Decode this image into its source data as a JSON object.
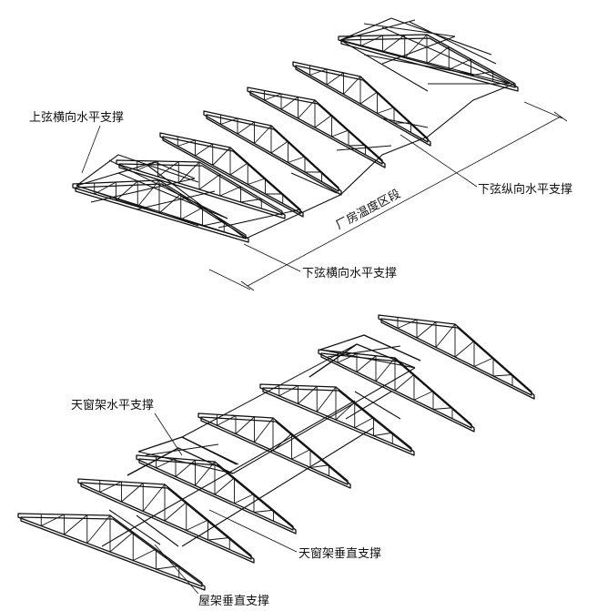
{
  "labels": {
    "top_chord_horizontal_bracing": "上弦横向水平支撑",
    "bottom_chord_longitudinal_bracing": "下弦纵向水平支撑",
    "temperature_section": "厂房温度区段",
    "bottom_chord_transverse_bracing": "下弦横向水平支撑",
    "skylight_frame_horizontal_bracing": "天窗架水平支撑",
    "skylight_frame_vertical_bracing": "天窗架垂直支撑",
    "roof_truss_vertical_bracing": "屋架垂直支撑"
  }
}
